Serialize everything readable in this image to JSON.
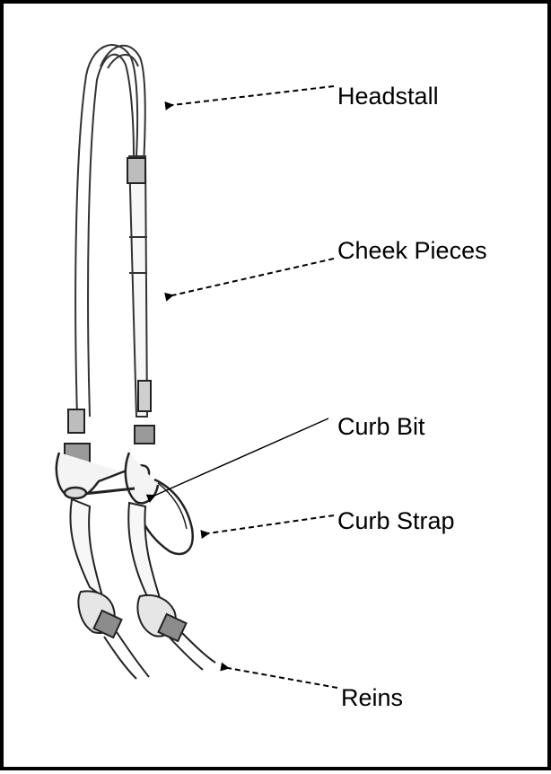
{
  "diagram": {
    "labels": {
      "headstall": "Headstall",
      "cheek_pieces": "Cheek Pieces",
      "curb_bit": "Curb Bit",
      "curb_strap": "Curb Strap",
      "reins": "Reins"
    },
    "colors": {
      "ink": "#000000",
      "background": "#ffffff",
      "leather": "#f6f6f6",
      "leather_shade": "#d9d9d9"
    }
  }
}
